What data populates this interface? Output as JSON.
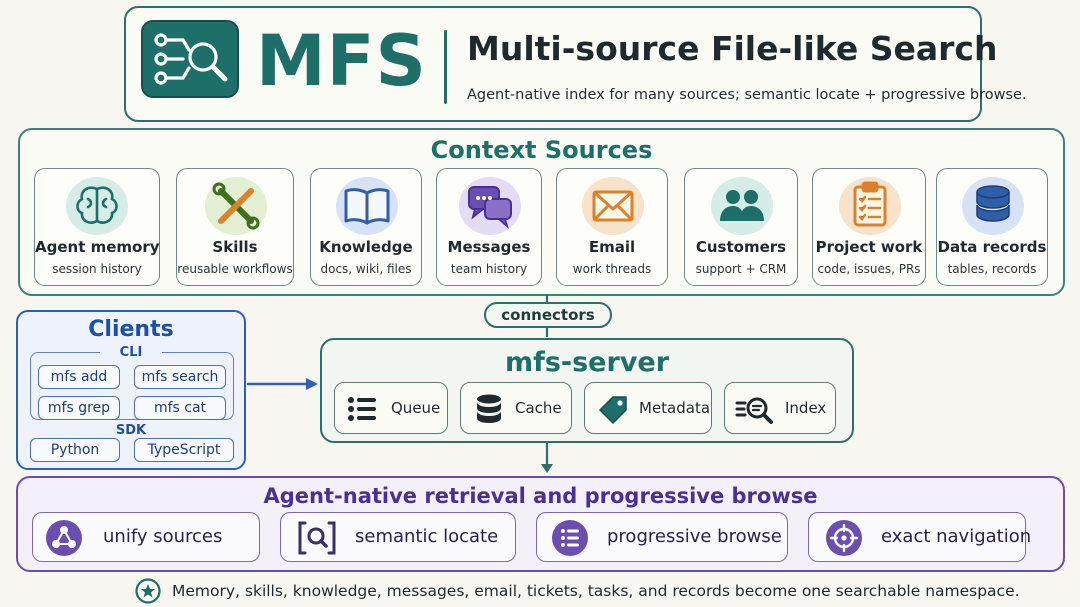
{
  "header": {
    "logo_text": "MFS",
    "title": "Multi-source File-like Search",
    "subtitle": "Agent-native index for many sources; semantic locate + progressive browse."
  },
  "sources": {
    "title": "Context Sources",
    "items": [
      {
        "label": "Agent memory",
        "sub": "session history",
        "icon": "brain-icon",
        "color": "#2f8b7f"
      },
      {
        "label": "Skills",
        "sub": "reusable workflows",
        "icon": "tools-icon",
        "color": "#5a8f2e"
      },
      {
        "label": "Knowledge",
        "sub": "docs, wiki, files",
        "icon": "book-icon",
        "color": "#2f5fa8"
      },
      {
        "label": "Messages",
        "sub": "team history",
        "icon": "chat-icon",
        "color": "#6b4fb0"
      },
      {
        "label": "Email",
        "sub": "work threads",
        "icon": "envelope-icon",
        "color": "#d9822b"
      },
      {
        "label": "Customers",
        "sub": "support + CRM",
        "icon": "people-icon",
        "color": "#2f8b7f"
      },
      {
        "label": "Project work",
        "sub": "code, issues, PRs",
        "icon": "clipboard-icon",
        "color": "#d9822b"
      },
      {
        "label": "Data records",
        "sub": "tables, records",
        "icon": "database-icon",
        "color": "#2f5fa8"
      }
    ]
  },
  "connectors": {
    "label": "connectors"
  },
  "clients": {
    "title": "Clients",
    "cli_label": "CLI",
    "cli": [
      "mfs add",
      "mfs search",
      "mfs grep",
      "mfs cat"
    ],
    "sdk_label": "SDK",
    "sdk": [
      "Python",
      "TypeScript"
    ]
  },
  "server": {
    "title": "mfs-server",
    "items": [
      {
        "label": "Queue",
        "icon": "list-icon"
      },
      {
        "label": "Cache",
        "icon": "database-icon"
      },
      {
        "label": "Metadata",
        "icon": "tag-icon"
      },
      {
        "label": "Index",
        "icon": "search-index-icon"
      }
    ]
  },
  "retrieval": {
    "title": "Agent-native retrieval and progressive browse",
    "items": [
      {
        "label": "unify sources",
        "icon": "share-icon"
      },
      {
        "label": "semantic locate",
        "icon": "search-bracket-icon"
      },
      {
        "label": "progressive browse",
        "icon": "list-icon"
      },
      {
        "label": "exact navigation",
        "icon": "crosshair-icon"
      }
    ]
  },
  "footer": {
    "text": "Memory, skills, knowledge, messages, email, tickets, tasks, and records become one searchable namespace.",
    "icon": "star-icon"
  },
  "colors": {
    "teal": "#1e6f68",
    "blue": "#2e5fb5",
    "purple": "#6b4fb0",
    "orange": "#d9822b"
  }
}
